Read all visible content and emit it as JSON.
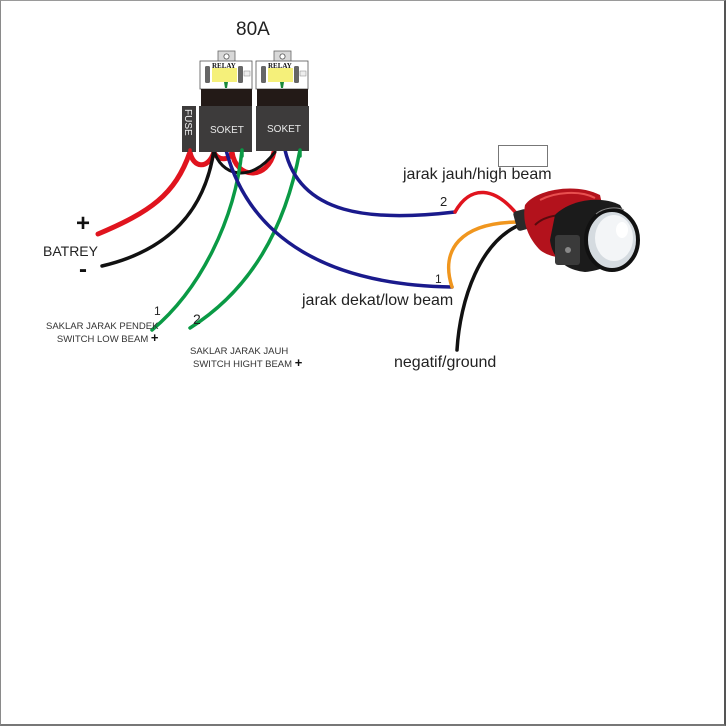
{
  "diagram": {
    "title": "80A",
    "relays": [
      {
        "label": "RELAY",
        "socket_label": "SOKET"
      },
      {
        "label": "RELAY",
        "socket_label": "SOKET"
      }
    ],
    "fuse_label": "FUSE",
    "battery": {
      "label": "BATREY",
      "positive_sign": "+",
      "negative_sign": "-"
    },
    "switches": [
      {
        "number": "1",
        "line1": "SAKLAR JARAK PENDEK",
        "line2": "SWITCH LOW BEAM",
        "sign": "+"
      },
      {
        "number": "2",
        "line1": "SAKLAR JARAK JAUH",
        "line2": "SWITCH HIGHT BEAM",
        "sign": "+"
      }
    ],
    "outputs": {
      "high_beam": {
        "number": "2",
        "label": "jarak jauh/high beam"
      },
      "low_beam": {
        "number": "1",
        "label": "jarak dekat/low beam"
      },
      "ground": {
        "label": "negatif/ground"
      }
    },
    "wire_colors": {
      "red": "#e0141e",
      "black": "#111111",
      "green": "#0a9a45",
      "blue": "#1a1a8c",
      "orange": "#f0961e"
    },
    "component_colors": {
      "socket": "#3d3b3b",
      "relay_top": "#ffffff",
      "relay_bottom": "#231a17",
      "relay_window": "#f5f07a",
      "projector_shell": "#b3121c"
    }
  }
}
